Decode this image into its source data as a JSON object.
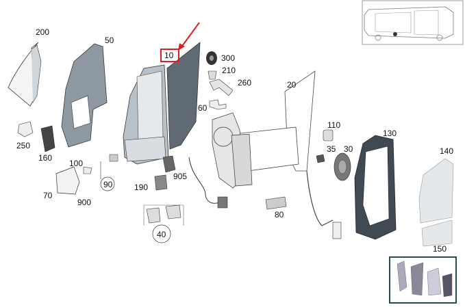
{
  "diagram": {
    "highlighted_part": "10",
    "colors": {
      "part_fill": "#b9c1c8",
      "part_dark": "#5f6a74",
      "part_light": "#e6e9ec",
      "outline": "#333333",
      "highlight": "#e01b24",
      "thumb_border": "#1f4e5a"
    },
    "labels": {
      "p200": "200",
      "p50": "50",
      "p10": "10",
      "p300": "300",
      "p210": "210",
      "p260": "260",
      "p60": "60",
      "p20": "20",
      "p110": "110",
      "p130": "130",
      "p35": "35",
      "p30": "30",
      "p140": "140",
      "p250": "250",
      "p160": "160",
      "p100": "100",
      "p90": "90",
      "p905": "905",
      "p190": "190",
      "p70": "70",
      "p900": "900",
      "p80": "80",
      "p40": "40",
      "p150": "150"
    }
  }
}
